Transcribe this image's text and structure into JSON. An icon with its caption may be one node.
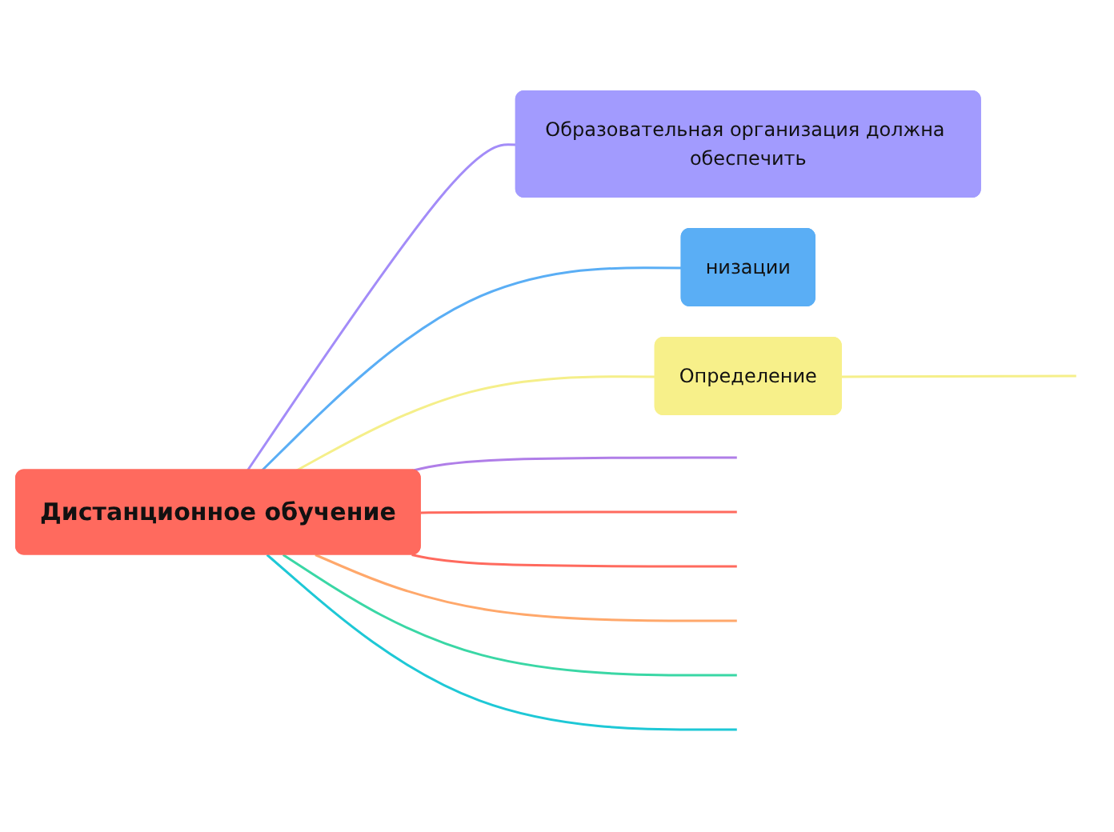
{
  "diagram": {
    "nodes": [
      {
        "text": [
          "Дистанционное обучение"
        ]
      },
      {
        "text": [
          "Образовательная организация должна обеспечить"
        ]
      },
      {
        "text": [
          "низации"
        ]
      },
      {
        "text": [
          "Определение"
        ]
      }
    ],
    "edges": [
      {
        "from": 0,
        "to": 1,
        "arrow": "none",
        "color": "#a38cf8"
      },
      {
        "from": 0,
        "to": 2,
        "arrow": "none",
        "color": "#5aaef5"
      },
      {
        "from": 0,
        "to": 3,
        "arrow": "none",
        "color": "#f5ef8a"
      },
      {
        "from": 0,
        "to": null,
        "arrow": "none",
        "color": "#b07ee8"
      },
      {
        "from": 0,
        "to": null,
        "arrow": "none",
        "color": "#ff6a5e"
      },
      {
        "from": 0,
        "to": null,
        "arrow": "none",
        "color": "#ff6a5e"
      },
      {
        "from": 0,
        "to": null,
        "arrow": "none",
        "color": "#ffa86b"
      },
      {
        "from": 0,
        "to": null,
        "arrow": "none",
        "color": "#3ad7a5"
      },
      {
        "from": 0,
        "to": null,
        "arrow": "none",
        "color": "#1ec8d6"
      },
      {
        "from": 3,
        "to": null,
        "arrow": "none",
        "color": "#f5ef8a"
      }
    ]
  }
}
